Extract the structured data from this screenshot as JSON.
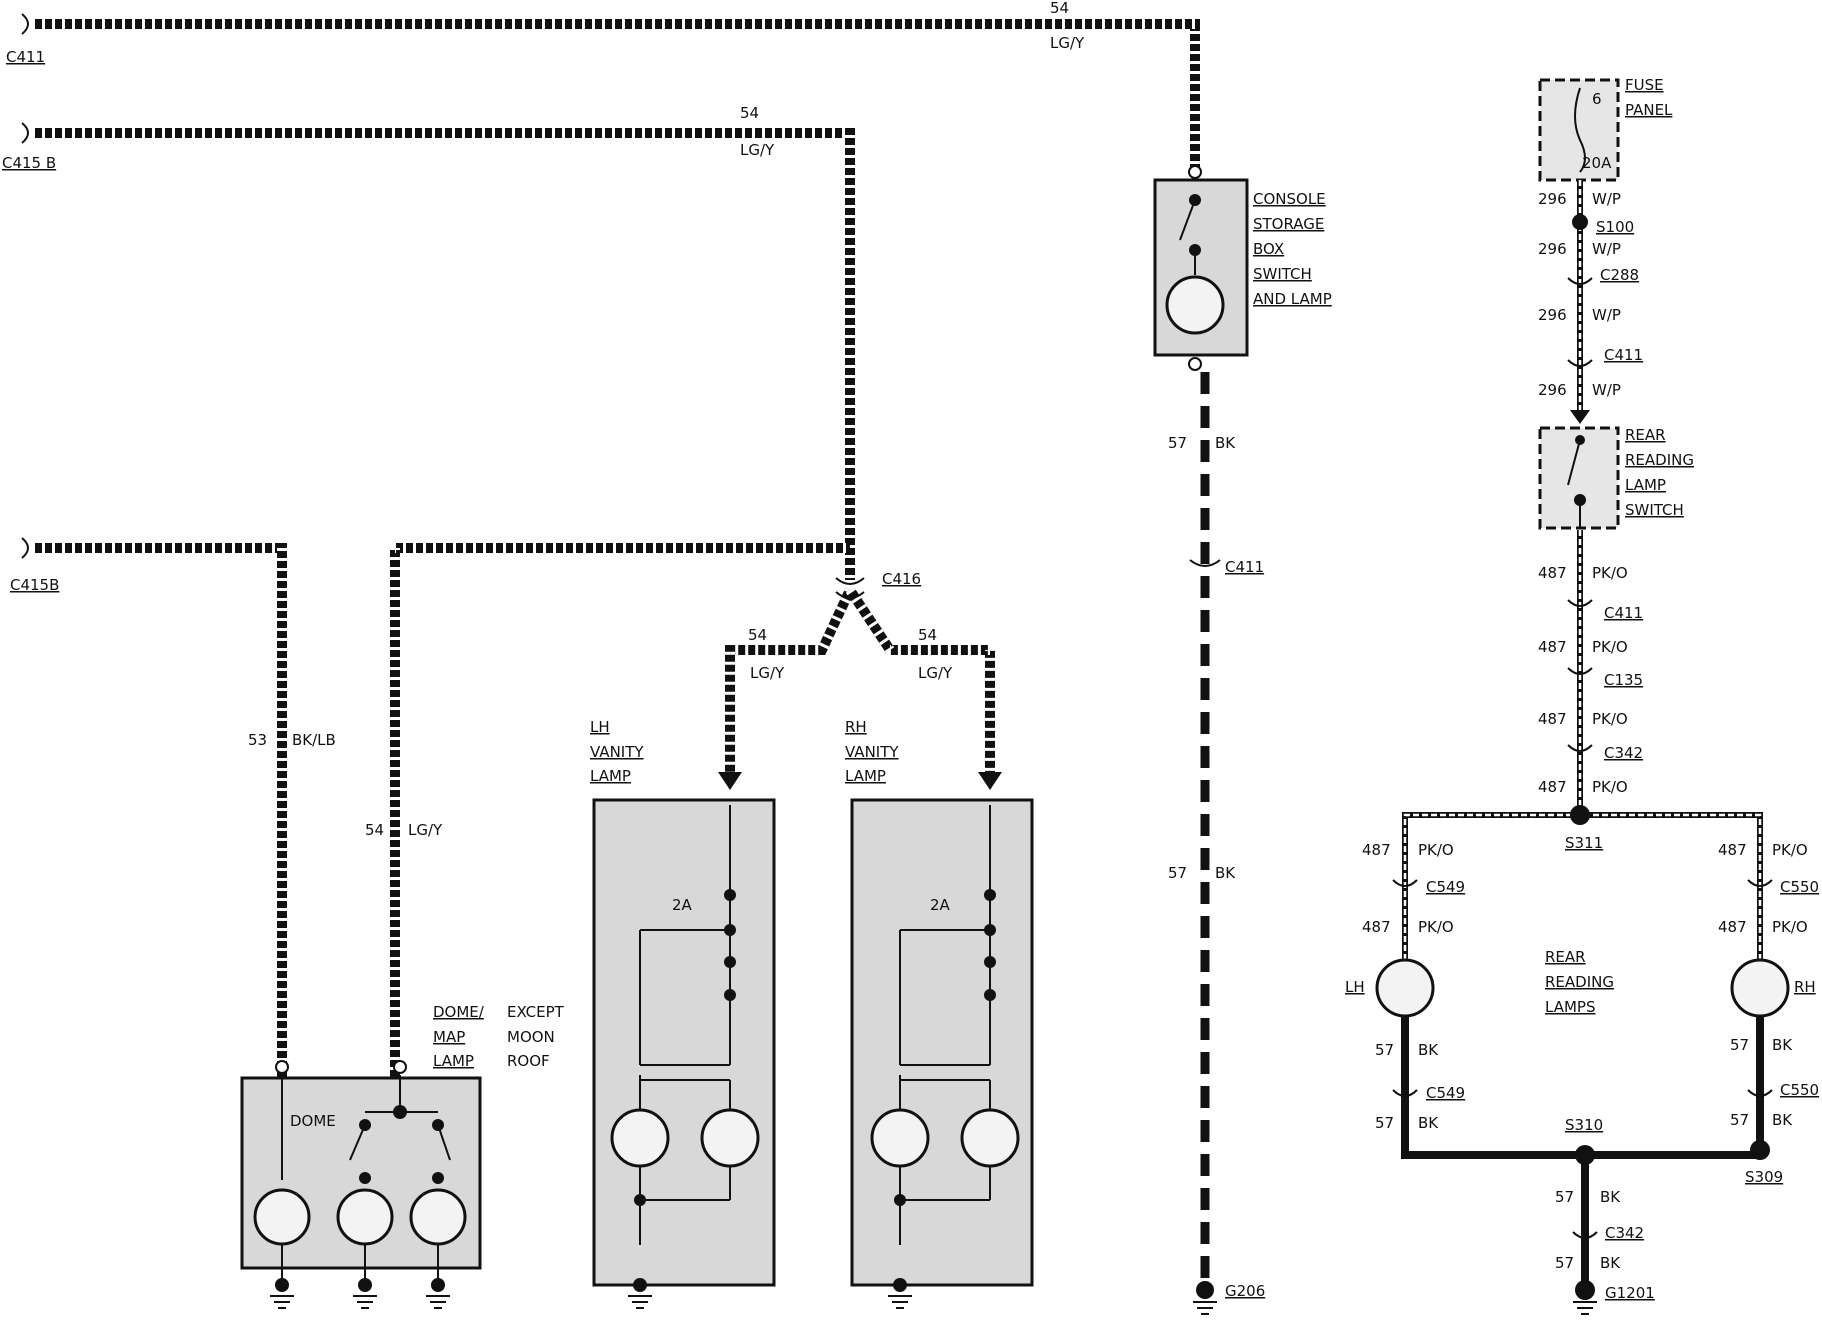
{
  "connectors": {
    "c411_top": "C411",
    "c415b_a": "C415 B",
    "c415b_b": "C415B",
    "c416": "C416",
    "c411_mid": "C411",
    "g206": "G206"
  },
  "wires": {
    "w54": "54",
    "lgy": "LG/Y",
    "w53": "53",
    "bklb": "BK/LB",
    "w57": "57",
    "bk": "BK",
    "w296": "296",
    "wp": "W/P",
    "w487": "487",
    "pko": "PK/O"
  },
  "components": {
    "console_1": "CONSOLE",
    "console_2": "STORAGE",
    "console_3": "BOX",
    "console_4": "SWITCH",
    "console_5": "AND LAMP",
    "lh_vanity_1": "LH",
    "lh_vanity_2": "VANITY",
    "lh_vanity_3": "LAMP",
    "rh_vanity_1": "RH",
    "rh_vanity_2": "VANITY",
    "rh_vanity_3": "LAMP",
    "dome_map_1": "DOME/",
    "dome_map_2": "MAP",
    "dome_map_3": "LAMP",
    "except_1": "EXCEPT",
    "except_2": "MOON",
    "except_3": "ROOF",
    "dome": "DOME",
    "fuse_1": "FUSE",
    "fuse_2": "PANEL",
    "fuse_num": "6",
    "fuse_amp": "20A",
    "vanity_fuse": "2A",
    "rrs_1": "REAR",
    "rrs_2": "READING",
    "rrs_3": "LAMP",
    "rrs_4": "SWITCH",
    "rrl_1": "REAR",
    "rrl_2": "READING",
    "rrl_3": "LAMPS",
    "lh": "LH",
    "rh": "RH"
  },
  "right_circuit": {
    "s100": "S100",
    "c288": "C288",
    "c411a": "C411",
    "c411b": "C411",
    "c135": "C135",
    "c342a": "C342",
    "s311": "S311",
    "c549a": "C549",
    "c550a": "C550",
    "c549b": "C549",
    "c550b": "C550",
    "s310": "S310",
    "s309": "S309",
    "c342b": "C342",
    "g1201": "G1201"
  }
}
